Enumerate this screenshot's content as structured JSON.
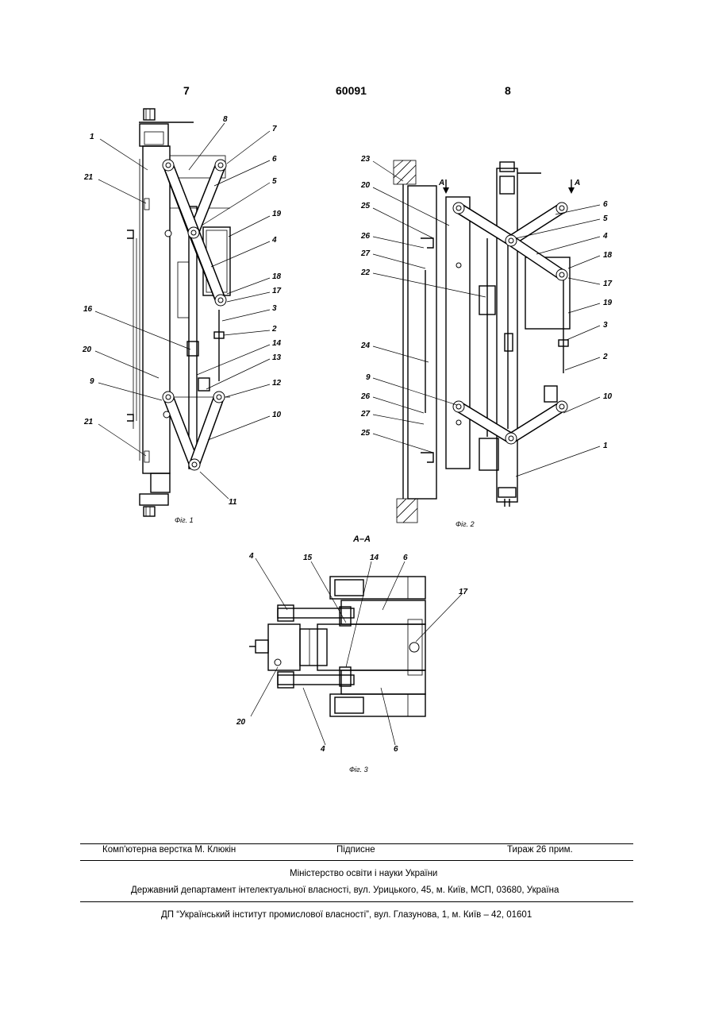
{
  "header": {
    "page_left": "7",
    "patent_number": "60091",
    "page_right": "8"
  },
  "fig1": {
    "caption": "Фіг. 1",
    "labels": [
      "1",
      "21",
      "8",
      "7",
      "6",
      "5",
      "19",
      "4",
      "18",
      "17",
      "3",
      "2",
      "16",
      "14",
      "13",
      "20",
      "9",
      "12",
      "10",
      "21",
      "11"
    ]
  },
  "fig2": {
    "caption": "Фіг. 2",
    "section_marker": "A",
    "labels": [
      "23",
      "20",
      "25",
      "26",
      "27",
      "22",
      "24",
      "9",
      "26",
      "27",
      "25",
      "6",
      "5",
      "4",
      "18",
      "17",
      "19",
      "3",
      "2",
      "10",
      "1"
    ]
  },
  "fig3": {
    "section_title": "А–А",
    "caption": "Фіг. 3",
    "labels": [
      "4",
      "15",
      "14",
      "6",
      "17",
      "20",
      "4",
      "6"
    ]
  },
  "footer": {
    "typesetting": "Комп'ютерна верстка М. Клюкін",
    "signed": "Підписне",
    "circulation": "Тираж 26 прим.",
    "ministry": "Міністерство освіти і науки України",
    "department": "Державний департамент інтелектуальної власності, вул. Урицького, 45, м. Київ, МСП, 03680, Україна",
    "institute": "ДП “Український інститут промислової власності”, вул. Глазунова, 1, м. Київ – 42, 01601"
  }
}
